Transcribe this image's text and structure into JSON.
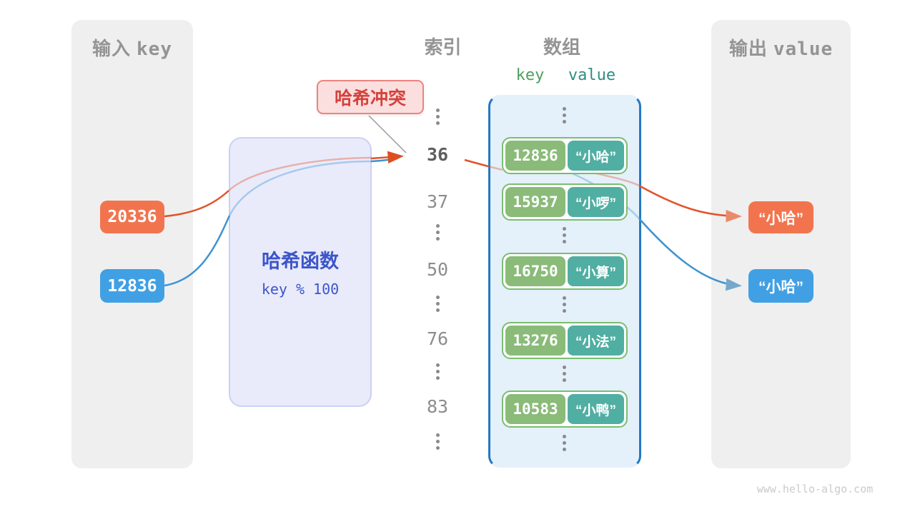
{
  "input_panel": {
    "title_zh": "输入",
    "title_code": "key",
    "keys": [
      {
        "value": "20336",
        "color": "#F2744E"
      },
      {
        "value": "12836",
        "color": "#41A0E4"
      }
    ]
  },
  "hash_box": {
    "title": "哈希函数",
    "formula": "key % 100"
  },
  "collision_label": {
    "text": "哈希冲突",
    "color": "#D4423C"
  },
  "index_column": {
    "title": "索引",
    "values": [
      "36",
      "37",
      "50",
      "76",
      "83"
    ],
    "highlighted": "36"
  },
  "array_panel": {
    "title": "数组",
    "key_header": "key",
    "value_header": "value",
    "rows": [
      {
        "key": "12836",
        "value": "“小哈”"
      },
      {
        "key": "15937",
        "value": "“小啰”"
      },
      {
        "key": "16750",
        "value": "“小算”"
      },
      {
        "key": "13276",
        "value": "“小法”"
      },
      {
        "key": "10583",
        "value": "“小鸭”"
      }
    ]
  },
  "output_panel": {
    "title_zh": "输出",
    "title_code": "value",
    "values": [
      {
        "text": "“小哈”",
        "color": "#F2744E"
      },
      {
        "text": "“小哈”",
        "color": "#41A0E4"
      }
    ]
  },
  "watermark": {
    "text": "www.hello-algo.com"
  },
  "colors": {
    "orange": "#F2744E",
    "orange_arrow": "#E2532B",
    "blue": "#41A0E4",
    "blue_arrow": "#3E93D0",
    "key_green": "#8ABB79",
    "value_teal": "#50AEA2",
    "row_border_green": "#79BE6F",
    "array_fill": "#E4F0FA",
    "array_border": "#2478C4",
    "hash_fill": "#E9EBFB",
    "hash_text": "#3D55C9",
    "collision_fill": "#FBDFDF",
    "collision_border": "#EE837D",
    "panel_gray": "#EFEFEF",
    "title_gray": "#949494"
  }
}
